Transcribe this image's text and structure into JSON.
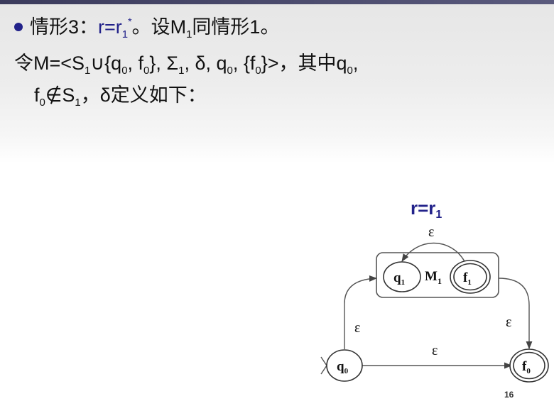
{
  "slide": {
    "line1": {
      "bullet_text": "情形3：",
      "formula_r": "r=r",
      "formula_sub": "1",
      "formula_sup": "*",
      "after_formula": "。设M",
      "m_sub": "1",
      "rest": "同情形1。"
    },
    "line2": {
      "prefix": "令M=<S",
      "s_sub": "1",
      "union": "∪{q",
      "q_sub": "0",
      "comma_f": ", f",
      "f_sub": "0",
      "close_sigma": "}, Σ",
      "sigma_sub": "1",
      "delta_q": ", δ, q",
      "q0_sub": "0",
      "brace_f": ", {f",
      "f0_sub": "0",
      "suffix": "}>，其中q",
      "q0b_sub": "0",
      "end": ","
    },
    "line3": {
      "f": "f",
      "f_sub": "0",
      "notin": "∉S",
      "s_sub": "1",
      "rest": "，δ定义如下："
    }
  },
  "diagram": {
    "title_main": "r=r",
    "title_sub": "1",
    "box_label_main": "M",
    "box_label_sub": "1",
    "states": [
      {
        "id": "q1",
        "main": "q",
        "sub": "1",
        "final": false
      },
      {
        "id": "f1",
        "main": "f",
        "sub": "1",
        "final": true
      },
      {
        "id": "q0",
        "main": "q",
        "sub": "0",
        "final": false,
        "start": true
      },
      {
        "id": "f0",
        "main": "f",
        "sub": "0",
        "final": true
      }
    ],
    "edges": [
      {
        "from": "f1",
        "to": "q1",
        "label": "ε"
      },
      {
        "from": "q0",
        "to": "q1",
        "label": "ε"
      },
      {
        "from": "f1",
        "to": "f0",
        "label": "ε"
      },
      {
        "from": "q0",
        "to": "f0",
        "label": "ε"
      }
    ],
    "colors": {
      "title": "#22228a",
      "line": "#555555",
      "text": "#111111"
    }
  },
  "page": {
    "number": "16"
  }
}
